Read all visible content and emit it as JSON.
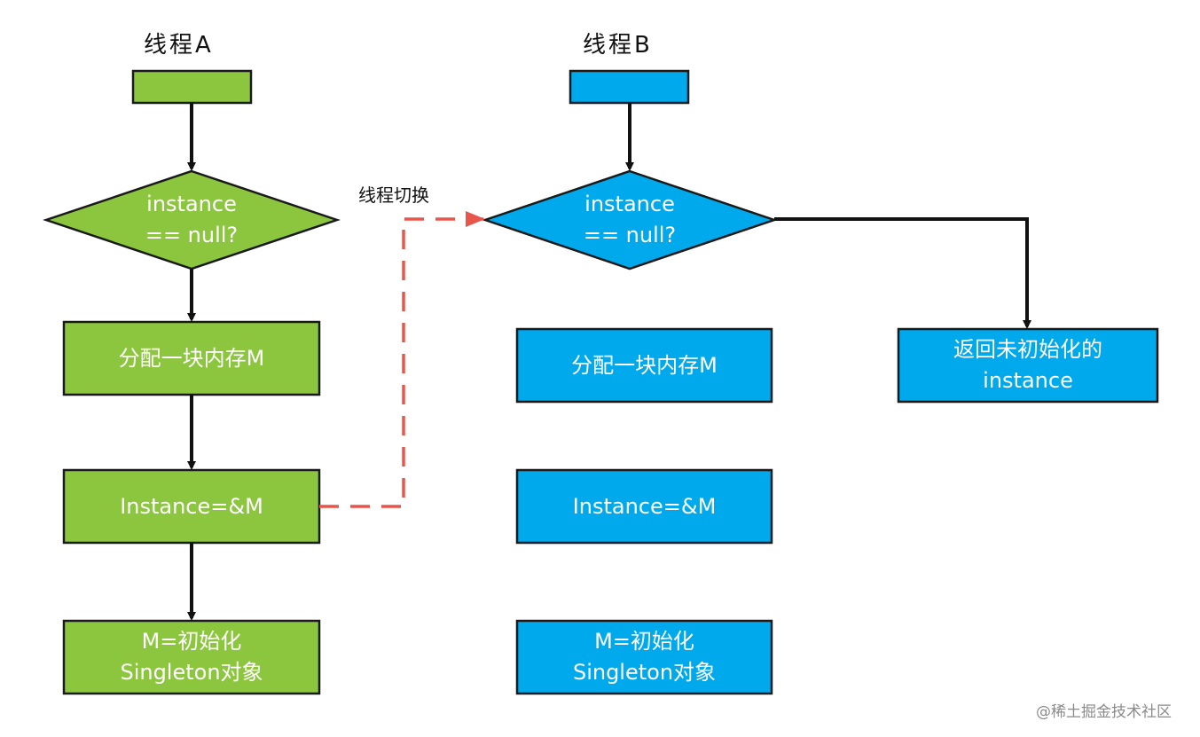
{
  "colors": {
    "thread_a": "#8cc63f",
    "thread_b": "#00a8ec",
    "border": "#1a1a1a",
    "switch_arrow": "#e8564b"
  },
  "thread_a": {
    "title": "线程A",
    "check": "instance\n== null?",
    "alloc": "分配一块内存M",
    "assign": "Instance=&M",
    "init": "M=初始化\nSingleton对象"
  },
  "thread_b": {
    "title": "线程B",
    "check": "instance\n== null?",
    "alloc": "分配一块内存M",
    "assign": "Instance=&M",
    "init": "M=初始化\nSingleton对象",
    "return": "返回未初始化的\ninstance"
  },
  "switch_label": "线程切换",
  "watermark": "@稀土掘金技术社区"
}
